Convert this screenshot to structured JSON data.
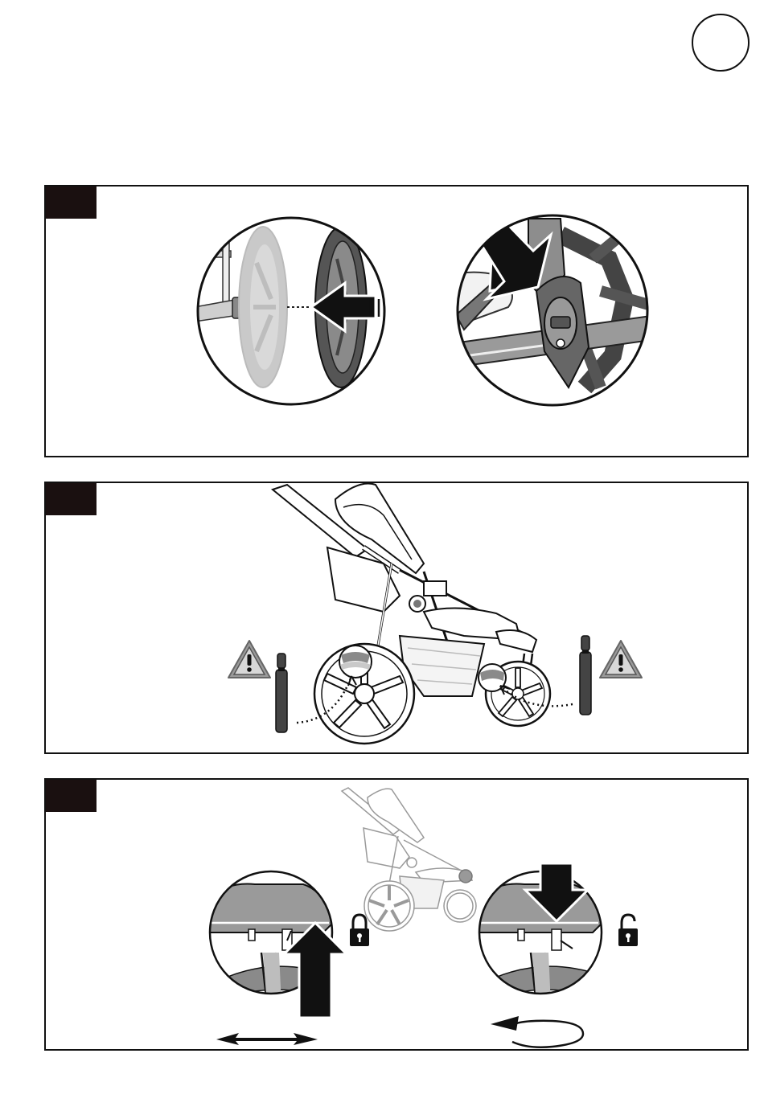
{
  "page": {
    "page_number_badge": "",
    "steps": [
      {
        "id": 1,
        "label": ""
      },
      {
        "id": 2,
        "label": ""
      },
      {
        "id": 3,
        "label": ""
      }
    ]
  },
  "icons": {
    "step1_left": "wheel-attach-illustration",
    "step1_right": "wheel-lock-pedal-illustration",
    "step2_main": "stroller-tyre-pressure-illustration",
    "step2_warning": "warning-triangle-icon",
    "step2_pump": "tyre-pump-icon",
    "step3_stroller": "stroller-thumbnail",
    "step3_left": "swivel-lock-up-illustration",
    "step3_right": "swivel-unlock-down-illustration",
    "lock_closed": "lock-closed-icon",
    "lock_open": "lock-open-icon",
    "fixed_direction": "double-arrow-icon",
    "swivel_direction": "rotate-arrow-icon"
  },
  "colors": {
    "ink": "#111111",
    "tab": "#1a1010",
    "light_gray": "#bdbdbd",
    "mid_gray": "#8a8a8a",
    "dark_gray": "#5a5a5a"
  }
}
